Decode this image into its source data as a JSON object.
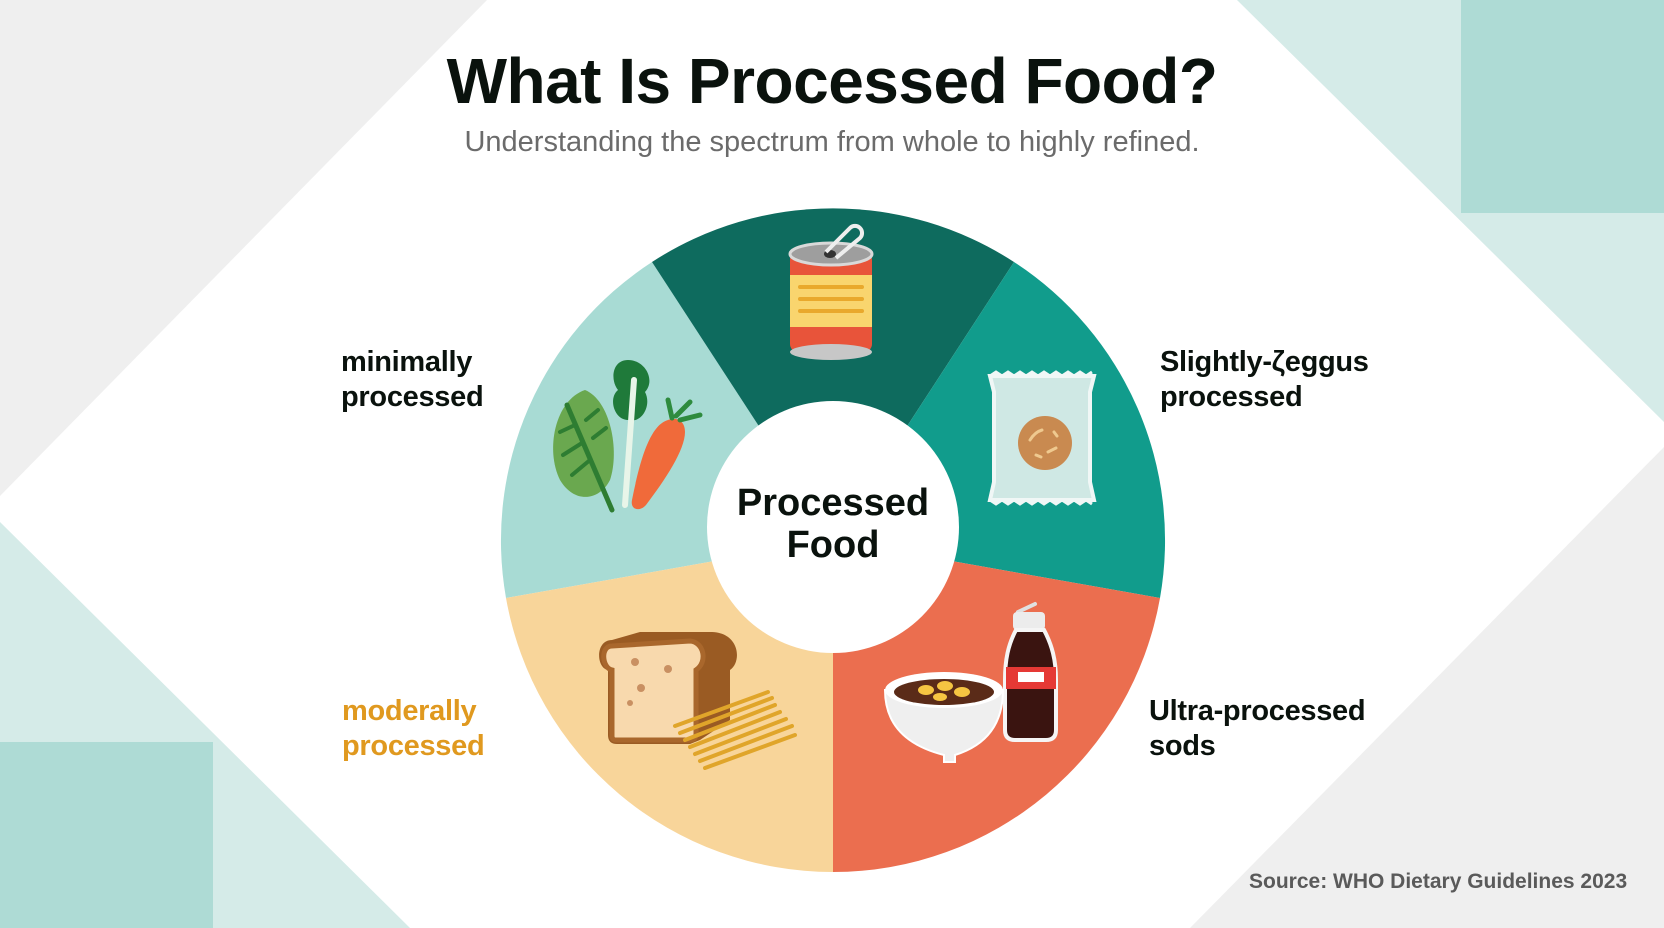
{
  "header": {
    "title": "What Is Processed Food?",
    "subtitle": "Understanding the spectrum from whole to highly refined."
  },
  "wheel": {
    "center_label_line1": "Processed",
    "center_label_line2": "Food",
    "segments": [
      {
        "id": "minimal",
        "label_line1": "minimally",
        "label_line2": "processed",
        "color": "#a8dbd4",
        "icon": "vegetables-icon",
        "label_color": "#0a120d"
      },
      {
        "id": "processed-ingredients",
        "label_line1": "",
        "label_line2": "",
        "color": "#0e6b5e",
        "icon": "canned-food-icon"
      },
      {
        "id": "slight",
        "label_line1": "Slightly-ζeggus",
        "label_line2": "processed",
        "color": "#119c8c",
        "icon": "packaged-snack-icon",
        "label_color": "#0a120d"
      },
      {
        "id": "ultra",
        "label_line1": "Ultra-processed",
        "label_line2": "sods",
        "color": "#eb6e4f",
        "icon": "soda-and-bowl-icon",
        "label_color": "#0a120d"
      },
      {
        "id": "moderate",
        "label_line1": "moderally",
        "label_line2": "processed",
        "color": "#f8d59a",
        "icon": "bread-and-chips-icon",
        "label_color": "#e0991f"
      }
    ]
  },
  "footer": {
    "source": "Source: WHO Dietary Guidelines 2023"
  },
  "colors": {
    "background": "#ffffff",
    "gray_shape": "#efefef",
    "mint_light": "#d5ebe8",
    "mint_dark": "#aedbd5",
    "title": "#0a120d",
    "subtitle": "#6b6b6b",
    "accent_orange": "#e0991f"
  }
}
